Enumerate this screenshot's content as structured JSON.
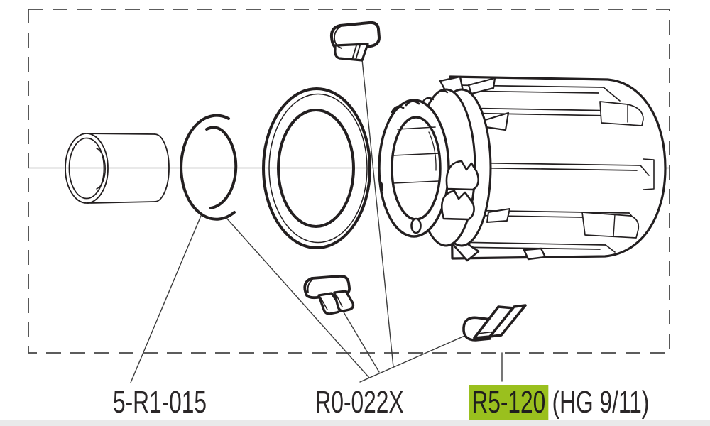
{
  "diagram": {
    "description_labels": [
      {
        "text": "5-R1-015"
      },
      {
        "text": "R0-022X"
      },
      {
        "highlight": "R5-120",
        "suffix": "(HG 9/11)"
      }
    ],
    "highlight_color": "#9ac01e",
    "line_color": "#231f20",
    "border_style": "dashed"
  }
}
